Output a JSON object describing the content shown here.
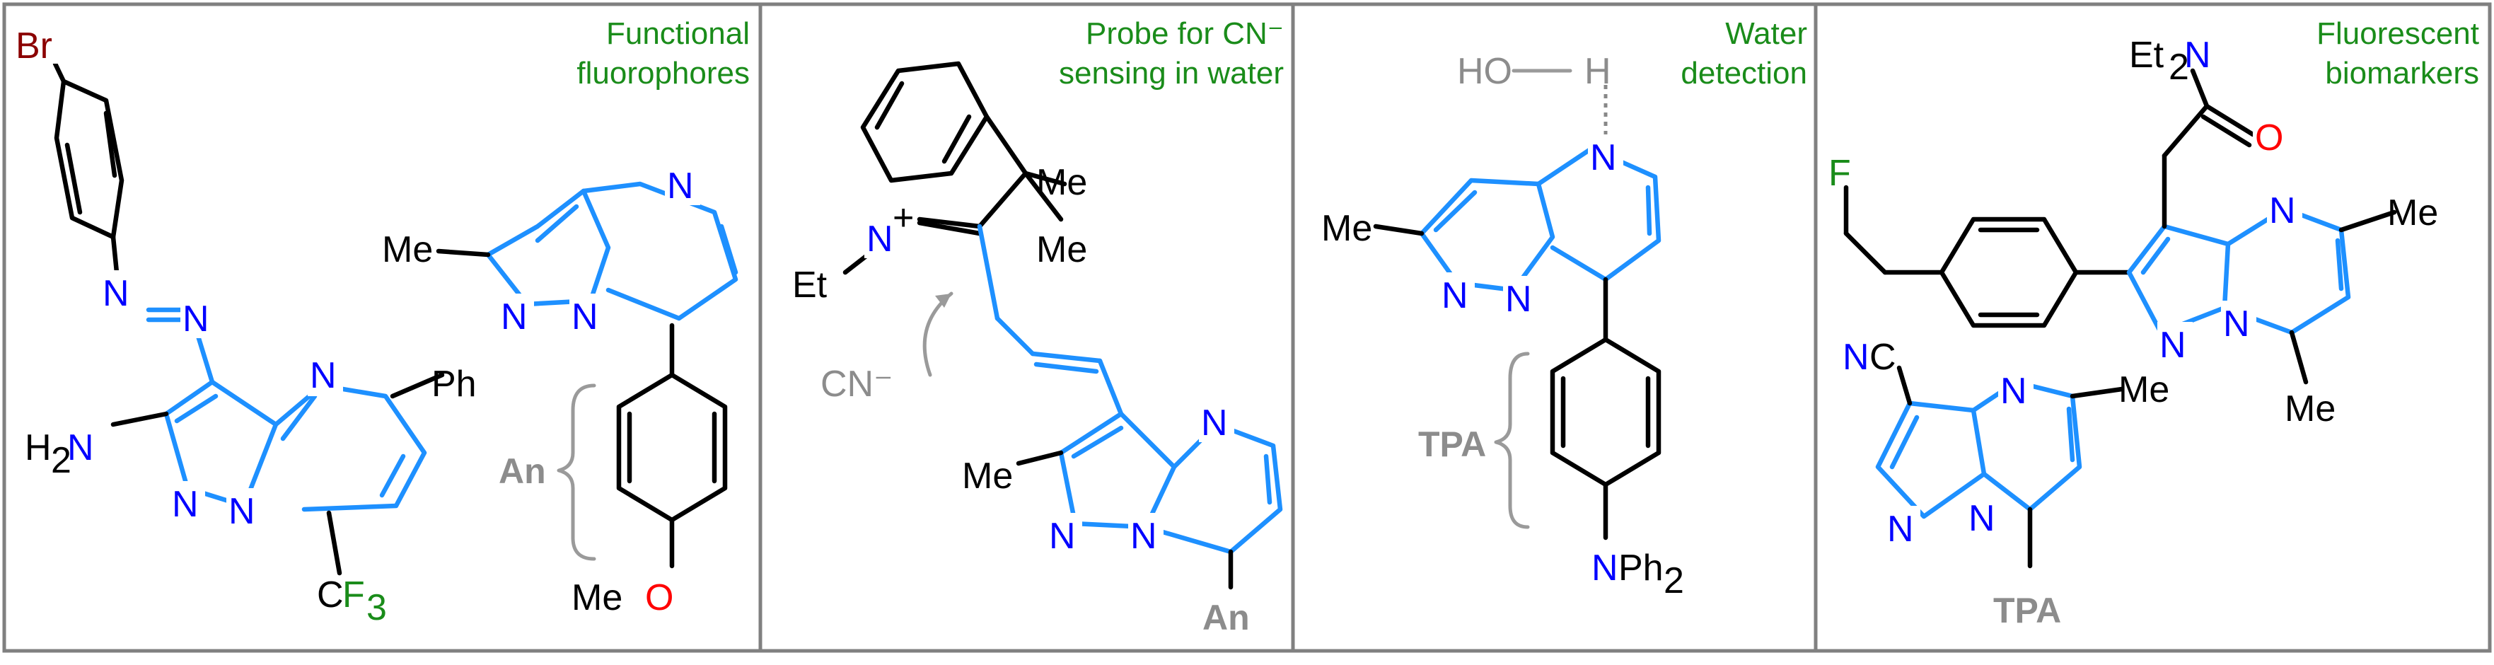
{
  "panels": [
    {
      "tag_lines": [
        "Functional",
        "fluorophores"
      ],
      "labels": {
        "br": "Br",
        "n": "N",
        "amine_h": "H",
        "amine_sub": "2",
        "ph": "Ph",
        "c": "C",
        "f": "F",
        "f_sub": "3",
        "me": "Me",
        "an": "An",
        "me_o": "Me",
        "o": "O"
      }
    },
    {
      "tag_lines": [
        "Probe for CN⁻",
        "sensing in water"
      ],
      "labels": {
        "n": "N",
        "plus": "+",
        "me": "Me",
        "et": "Et",
        "cn": "CN⁻",
        "an": "An"
      }
    },
    {
      "tag_lines": [
        "Water",
        "detection"
      ],
      "labels": {
        "ho": "HO",
        "h": "H",
        "n": "N",
        "me": "Me",
        "tpa": "TPA",
        "ph": "Ph",
        "ph_sub": "2"
      }
    },
    {
      "tag_lines": [
        "Fluorescent",
        "biomarkers"
      ],
      "labels": {
        "et": "Et",
        "et_sub": "2",
        "n": "N",
        "o": "O",
        "f": "F",
        "me": "Me",
        "c": "C",
        "tpa": "TPA"
      }
    }
  ],
  "colors": {
    "scaffold": "#1E90FF",
    "heteroatom_n": "#0000FF",
    "oxygen": "#FF0000",
    "bromine": "#8B0000",
    "fluorine_label": "#1A8C1A",
    "tag_text": "#1A8C1A",
    "annotation": "#8C8C8C",
    "frame": "#808080"
  }
}
